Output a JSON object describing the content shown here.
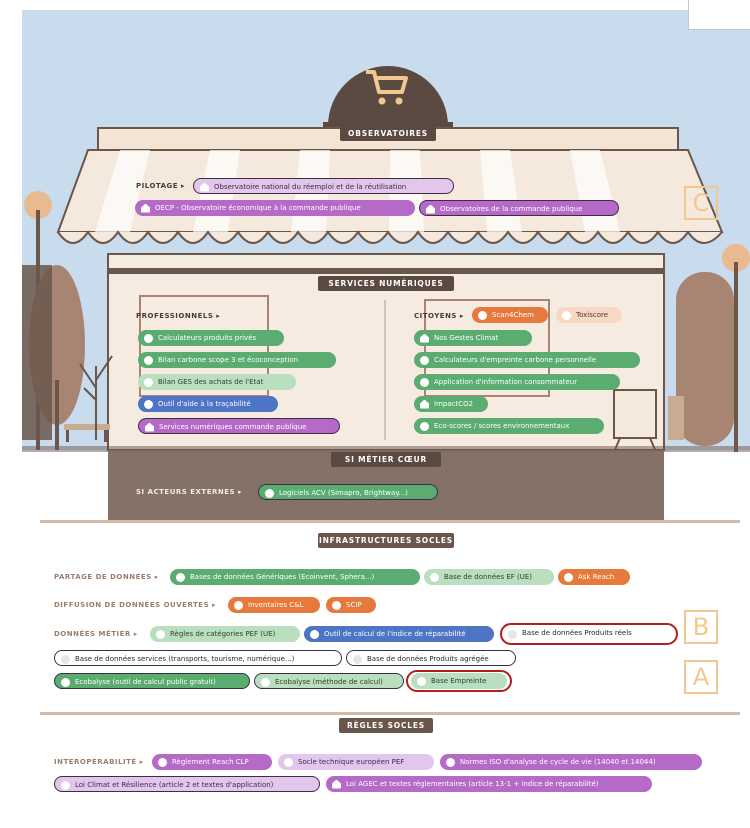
{
  "sections": {
    "observatoires": "OBSERVATOIRES",
    "services_numeriques": "SERVICES NUMÉRIQUES",
    "si_metier_coeur": "SI MÉTIER CŒUR",
    "infrastructures_socles": "INFRASTRUCTURES SOCLES",
    "regles_socles": "RÈGLES SOCLES"
  },
  "pilotage": {
    "label": "PILOTAGE ▸",
    "items": [
      "Observatoire national du réemploi et de la réutilisation",
      "OECP - Observatoire économique à la commande publique",
      "Observatoires de la commande publique"
    ]
  },
  "professionnels": {
    "label": "PROFESSIONNELS ▸",
    "items": [
      "Calculateurs produits privés",
      "Bilan carbone scope 3 et écoconception",
      "Bilan GES des achats de l'Etat",
      "Outil d'aide à la traçabilité",
      "Services numériques commande publique"
    ]
  },
  "citoyens": {
    "label": "CITOYENS ▸",
    "items": [
      "Scan4Chem",
      "Toxiscore",
      "Nos Gestes Climat",
      "Calculateurs d'empreinte carbone personnelle",
      "Application d'information consommateur",
      "ImpactCO2",
      "Eco-scores / scores environnementaux"
    ]
  },
  "si_acteurs": {
    "label": "SI ACTEURS EXTERNES ▸",
    "items": [
      "Logiciels ACV (Simapro, Brightway...)"
    ]
  },
  "partage": {
    "label": "PARTAGE DE DONNÉES ▸",
    "items": [
      "Bases de données Génériques (Ecoinvent, Sphera...)",
      "Base de données EF (UE)",
      "Ask Reach"
    ]
  },
  "diffusion": {
    "label": "DIFFUSION DE DONNÉES OUVERTES ▸",
    "items": [
      "Inventaires C&L",
      "SCIP"
    ]
  },
  "metier": {
    "label": "DONNÉES MÉTIER ▸",
    "items": [
      "Règles de catégories PEF (UE)",
      "Outil de calcul de l'indice de réparabilité",
      "Base de données Produits réels",
      "Base de données services (transports, tourisme, numérique...)",
      "Base de données Produits agrégée",
      "Ecobalyse (outil de calcul public gratuit)",
      "Ecobalyse (méthode de calcul)",
      "Base Empreinte"
    ]
  },
  "interop": {
    "label": "INTEROPÉRABILITÉ ▸",
    "items": [
      "Règlement Reach CLP",
      "Socle technique européen PEF",
      "Normes ISO d'analyse de cycle de vie (14040 et 14044)",
      "Loi Climat et Résilience (article 2 et textes d'application)",
      "Loi AGEC et textes réglementaires (article 13-1 + indice de réparabilité)"
    ]
  },
  "letters": {
    "a": "A",
    "b": "B",
    "c": "C"
  },
  "colors": {
    "brown": "#6b564b",
    "green": "#5bac70",
    "purple": "#b56ac7",
    "orange": "#e67a3c",
    "blue": "#4e74c6",
    "highlight_red": "#b0201e",
    "letter_tan": "#f2c88e"
  }
}
